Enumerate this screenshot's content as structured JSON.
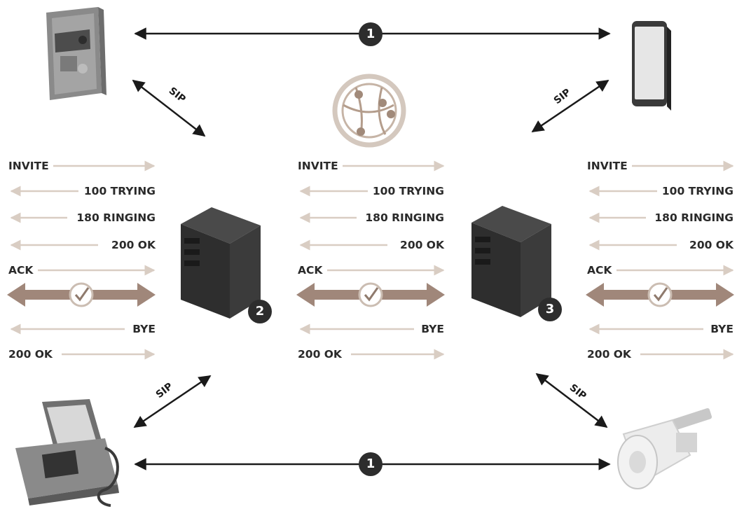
{
  "badges": {
    "direct": "1",
    "server_left": "2",
    "server_right": "3"
  },
  "sip_label": "SIP",
  "flows": {
    "invite": "INVITE",
    "trying": "100 TRYING",
    "ringing": "180 RINGING",
    "ok": "200 OK",
    "ack": "ACK",
    "bye": "BYE",
    "ok_final": "200 OK"
  },
  "devices": {
    "door_station": "door-station-icon",
    "smartphone": "smartphone-icon",
    "desk_phone": "desk-phone-icon",
    "horn_speaker": "horn-speaker-icon",
    "server_left": "server-icon",
    "server_right": "server-icon",
    "network": "network-globe-icon"
  },
  "colors": {
    "dark": "#1a1a1a",
    "light_arrow": "#d9cdc3",
    "media_arrow": "#a0877a",
    "badge": "#2d2d2d"
  }
}
